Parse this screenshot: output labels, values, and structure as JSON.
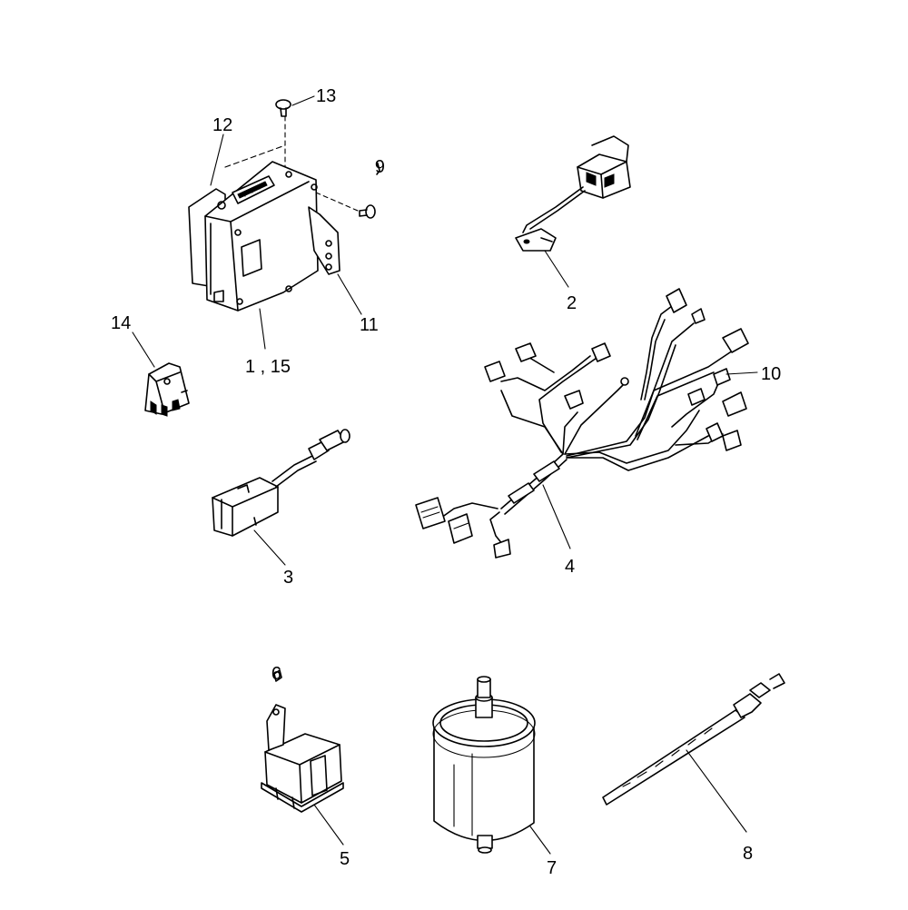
{
  "diagram": {
    "callouts": {
      "c1_15": "1 , 15",
      "c2": "2",
      "c3": "3",
      "c4": "4",
      "c5": "5",
      "c6": "6",
      "c7": "7",
      "c8": "8",
      "c9": "9",
      "c10": "10",
      "c11": "11",
      "c12": "12",
      "c13": "13",
      "c14": "14"
    }
  }
}
